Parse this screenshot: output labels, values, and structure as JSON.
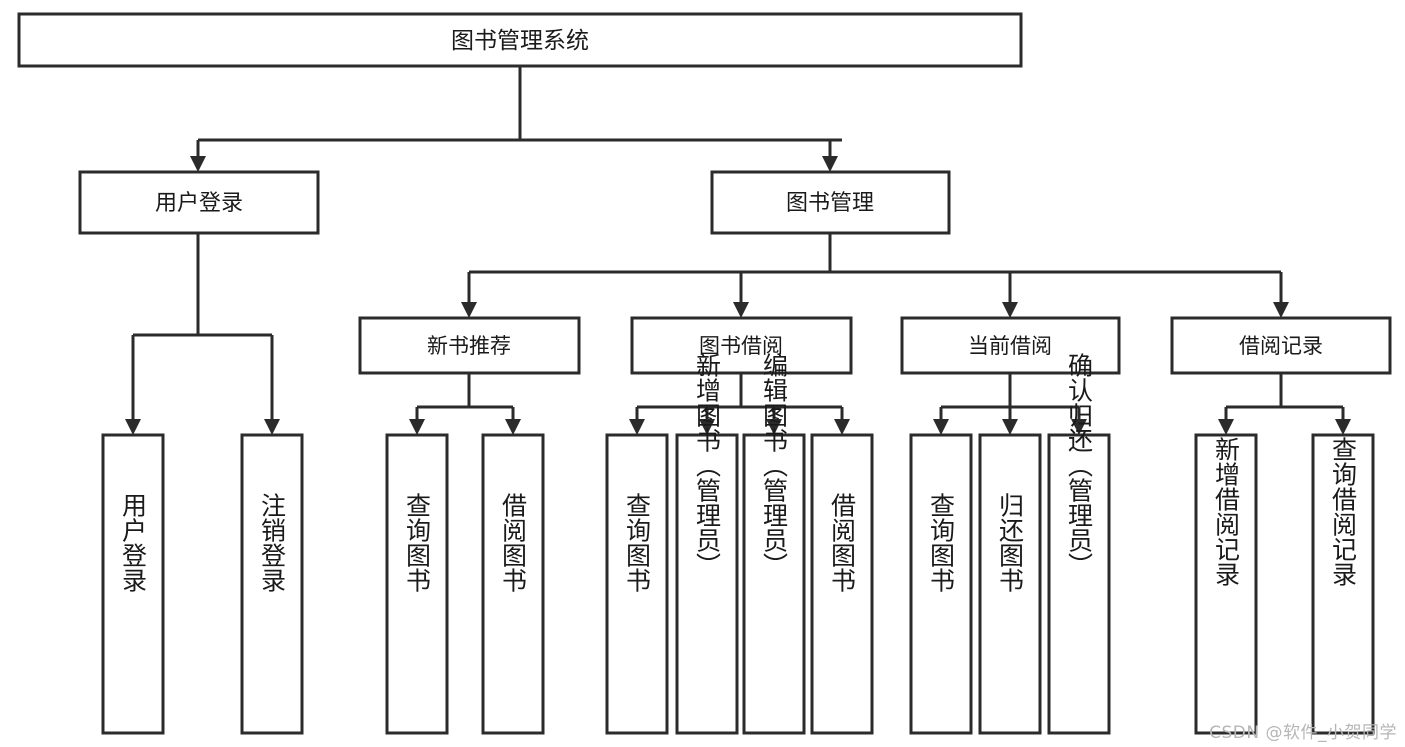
{
  "diagram": {
    "title": "图书管理系统",
    "type": "tree-hierarchy-diagram",
    "orientation": "top-down",
    "colors": {
      "box_stroke": "#2b2b2b",
      "box_fill": "#ffffff",
      "text": "#1a1a1a",
      "background": "#ffffff",
      "watermark": "#b6b6b6"
    },
    "root": {
      "label": "图书管理系统"
    },
    "level1": [
      {
        "id": "user-login",
        "label": "用户登录"
      },
      {
        "id": "book-management",
        "label": "图书管理"
      }
    ],
    "level2": [
      {
        "id": "new-book-recommend",
        "label": "新书推荐"
      },
      {
        "id": "book-borrow",
        "label": "图书借阅"
      },
      {
        "id": "current-borrow",
        "label": "当前借阅"
      },
      {
        "id": "borrow-record",
        "label": "借阅记录"
      }
    ],
    "leaves": {
      "user_login": [
        {
          "id": "leaf-user-login",
          "label": "用户登录"
        },
        {
          "id": "leaf-logout-login",
          "label": "注销登录"
        }
      ],
      "new_book_recommend": [
        {
          "id": "leaf-query-book-1",
          "label": "查询图书"
        },
        {
          "id": "leaf-borrow-book-1",
          "label": "借阅图书"
        }
      ],
      "book_borrow": [
        {
          "id": "leaf-query-book-2",
          "label": "查询图书"
        },
        {
          "id": "leaf-add-book-admin",
          "label": "新增图书（管理员）"
        },
        {
          "id": "leaf-edit-book-admin",
          "label": "编辑图书（管理员）"
        },
        {
          "id": "leaf-borrow-book-2",
          "label": "借阅图书"
        }
      ],
      "current_borrow": [
        {
          "id": "leaf-query-book-3",
          "label": "查询图书"
        },
        {
          "id": "leaf-return-book",
          "label": "归还图书"
        },
        {
          "id": "leaf-confirm-return-admin",
          "label": "确认归还（管理员）"
        }
      ],
      "borrow_record": [
        {
          "id": "leaf-add-borrow-record",
          "label": "新增借阅记录"
        },
        {
          "id": "leaf-query-borrow-record",
          "label": "查询借阅记录"
        }
      ]
    },
    "watermark": "CSDN @软件_小贺同学"
  }
}
